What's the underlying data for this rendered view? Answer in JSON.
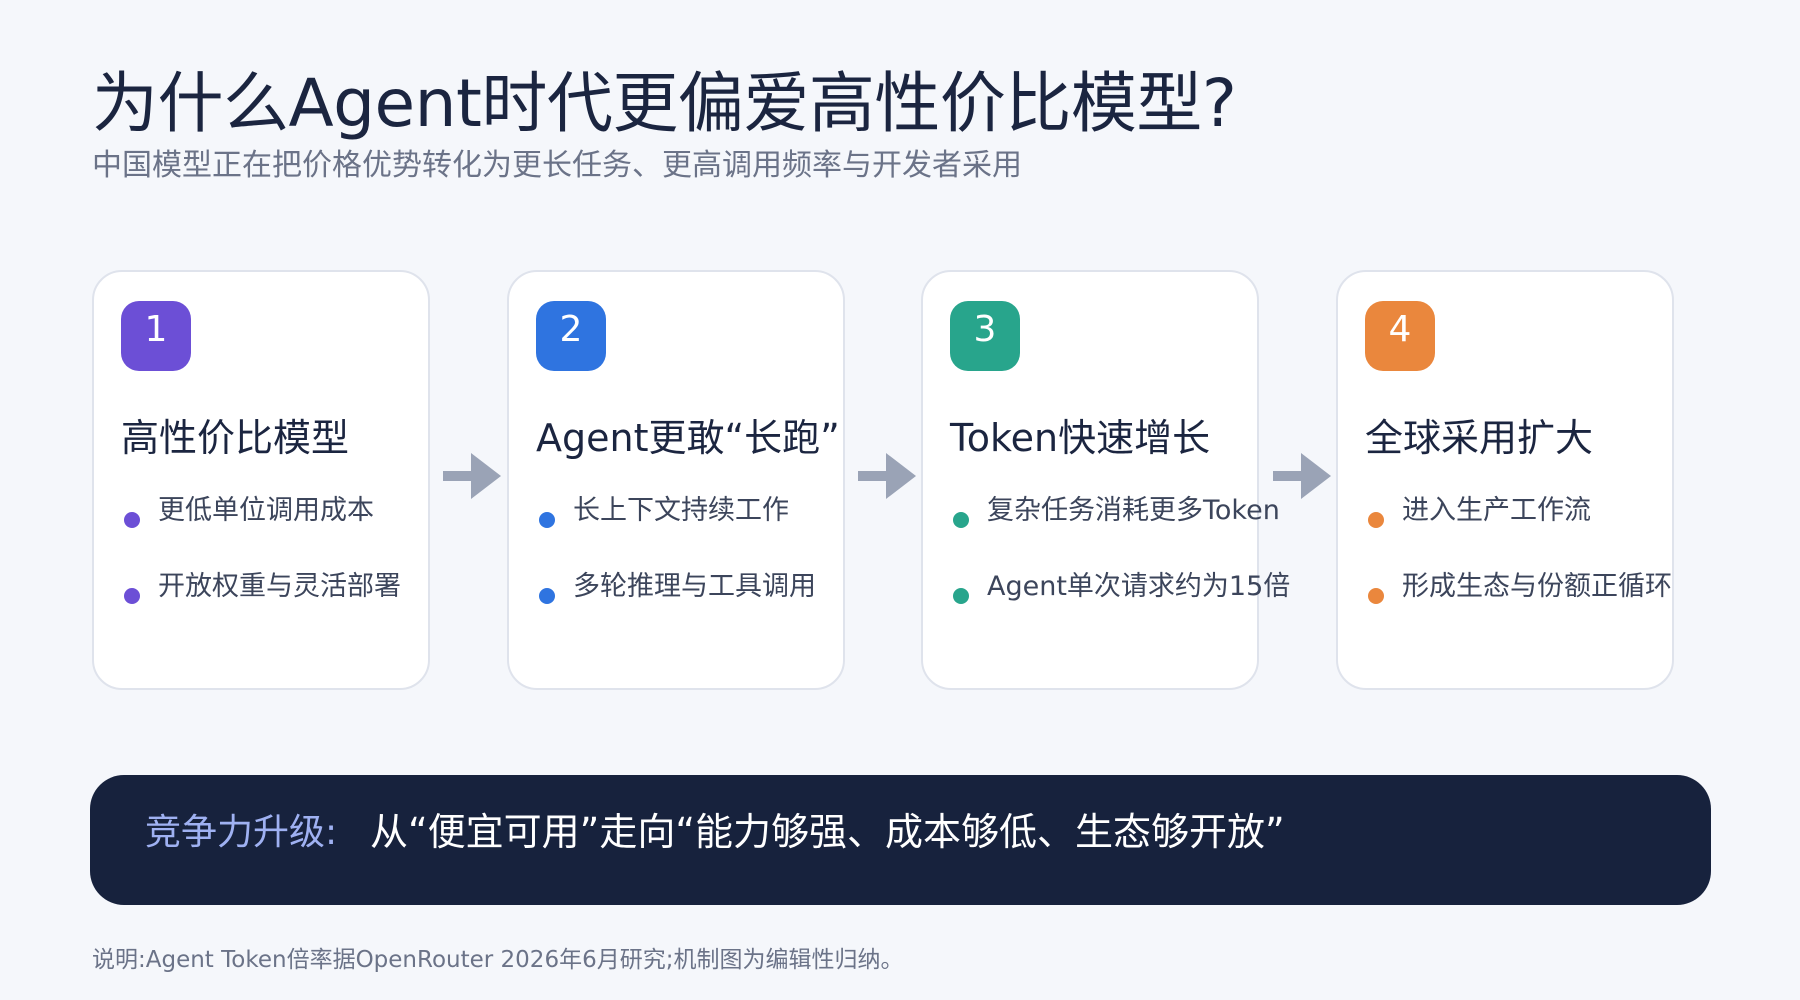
{
  "title": "为什么Agent时代更偏爱高性价比模型?",
  "subtitle": "中国模型正在把价格优势转化为更长任务、更高调用频率与开发者采用",
  "steps": [
    {
      "number": "1",
      "title": "高性价比模型",
      "color": "#6c4fd6",
      "bullets": [
        "更低单位调用成本",
        "开放权重与灵活部署"
      ]
    },
    {
      "number": "2",
      "title": "Agent更敢“长跑”",
      "color": "#2f74e0",
      "bullets": [
        "长上下文持续工作",
        "多轮推理与工具调用"
      ]
    },
    {
      "number": "3",
      "title": "Token快速增长",
      "color": "#28a58c",
      "bullets": [
        "复杂任务消耗更多Token",
        "Agent单次请求约为15倍"
      ]
    },
    {
      "number": "4",
      "title": "全球采用扩大",
      "color": "#ea873d",
      "bullets": [
        "进入生产工作流",
        "形成生态与份额正循环"
      ]
    }
  ],
  "arrow_color": "#9aa3b6",
  "banner": {
    "label": "竞争力升级:",
    "text": "从“便宜可用”走向“能力够强、成本够低、生态够开放”"
  },
  "footnote": "说明:Agent Token倍率据OpenRouter 2026年6月研究;机制图为编辑性归纳。"
}
